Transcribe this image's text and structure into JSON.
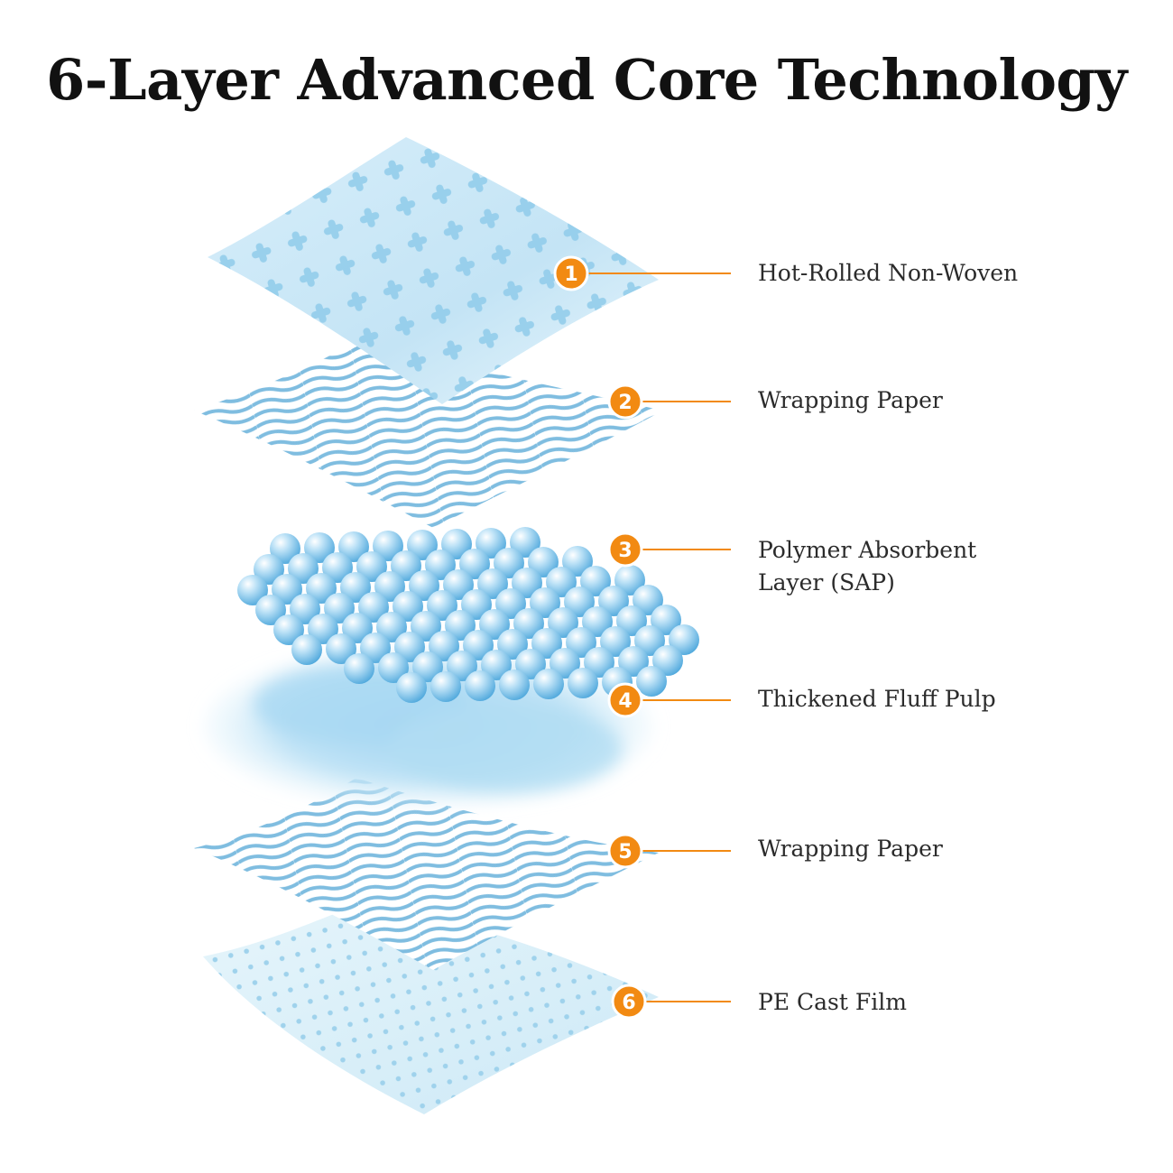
{
  "title": "6-Layer Advanced Core Technology",
  "accent_color": "#f28a12",
  "layer_tint": "#bfe2f4",
  "layers": [
    {
      "number": "1",
      "line1": "Hot-Rolled Non-Woven",
      "line2": ""
    },
    {
      "number": "2",
      "line1": "Wrapping Paper",
      "line2": ""
    },
    {
      "number": "3",
      "line1": "Polymer Absorbent",
      "line2": "Layer (SAP)"
    },
    {
      "number": "4",
      "line1": "Thickened Fluff Pulp",
      "line2": ""
    },
    {
      "number": "5",
      "line1": "Wrapping Paper",
      "line2": ""
    },
    {
      "number": "6",
      "line1": "PE Cast Film",
      "line2": ""
    }
  ]
}
